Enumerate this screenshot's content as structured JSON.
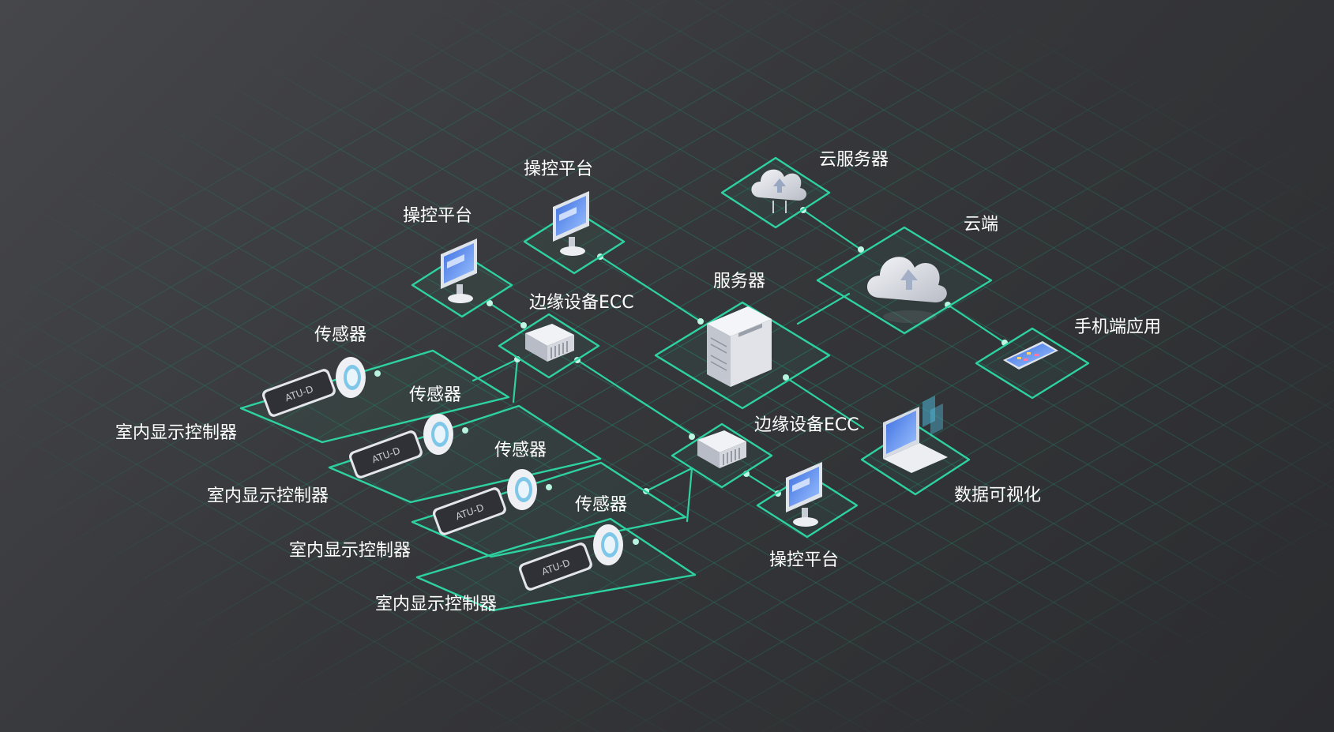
{
  "colors": {
    "accent": "#2ed1a0",
    "grid": "#1f8f70",
    "background": "#3a3b3e",
    "label": "#ffffff"
  },
  "nodes": {
    "console1": {
      "label": "操控平台",
      "icon": "monitor-icon"
    },
    "console2": {
      "label": "操控平台",
      "icon": "monitor-icon"
    },
    "console3": {
      "label": "操控平台",
      "icon": "monitor-icon"
    },
    "cloud_server": {
      "label": "云服务器",
      "icon": "cloud-server-icon"
    },
    "cloud": {
      "label": "云端",
      "icon": "cloud-icon"
    },
    "server": {
      "label": "服务器",
      "icon": "server-icon"
    },
    "ecc1": {
      "label": "边缘设备ECC",
      "icon": "edge-device-icon"
    },
    "ecc2": {
      "label": "边缘设备ECC",
      "icon": "edge-device-icon"
    },
    "mobile": {
      "label": "手机端应用",
      "icon": "phone-icon"
    },
    "dataviz": {
      "label": "数据可视化",
      "icon": "laptop-icon"
    },
    "sensor1": {
      "label": "传感器",
      "icon": "sensor-icon"
    },
    "sensor2": {
      "label": "传感器",
      "icon": "sensor-icon"
    },
    "sensor3": {
      "label": "传感器",
      "icon": "sensor-icon"
    },
    "sensor4": {
      "label": "传感器",
      "icon": "sensor-icon"
    },
    "display1": {
      "label": "室内显示控制器",
      "icon": "display-controller-icon",
      "device_text": "ATU-D"
    },
    "display2": {
      "label": "室内显示控制器",
      "icon": "display-controller-icon",
      "device_text": "ATU-D"
    },
    "display3": {
      "label": "室内显示控制器",
      "icon": "display-controller-icon",
      "device_text": "ATU-D"
    },
    "display4": {
      "label": "室内显示控制器",
      "icon": "display-controller-icon",
      "device_text": "ATU-D"
    }
  }
}
